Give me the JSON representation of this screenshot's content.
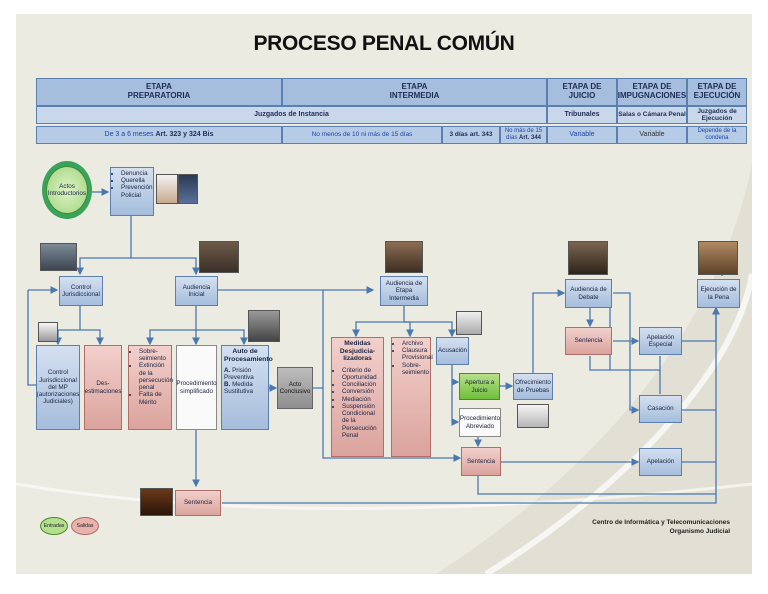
{
  "title": "PROCESO PENAL COMÚN",
  "header": {
    "etapas": [
      {
        "line1": "ETAPA",
        "line2": "PREPARATORIA"
      },
      {
        "line1": "ETAPA",
        "line2": "INTERMEDIA"
      },
      {
        "line1": "ETAPA DE",
        "line2": "JUICIO"
      },
      {
        "line1": "ETAPA DE",
        "line2": "IMPUGNACIONES"
      },
      {
        "line1": "ETAPA DE",
        "line2": "EJECUCIÓN"
      }
    ],
    "organos": {
      "juzgados": "Juzgados de Instancia",
      "tribunales": "Tribunales",
      "salas": "Salas o Cámara Penal",
      "ejecucion": "Juzgados de Ejecución"
    },
    "plazos": {
      "preparatoria_text": "De 3 a 6 meses",
      "preparatoria_art": "Art. 323 y 324 Bis",
      "intermedia_text": "No menos de 10 ni más de 15 días",
      "dias3_text": "3 días",
      "dias3_art": "art. 343",
      "dias15_text": "No más de 15 días",
      "dias15_art": "Art. 344",
      "juicio": "Variable",
      "impugnaciones": "Variable",
      "ejecucion": "Depende de la condena"
    }
  },
  "nodes": {
    "actos": "Actos Introductorios",
    "denuncia": [
      "Denuncia",
      "Querella",
      "Prevención Policial"
    ],
    "control_jurisdiccional": "Control Jurisdiccional",
    "audiencia_inicial": "Audiencia Inicial",
    "control_mp": "Control Jurisdiccional del MP (autorizaciones Judiciales)",
    "desestimaciones": "Des-estimaciones",
    "sobreseimiento_list": [
      "Sobre-seimiento",
      "Extinción de la persecución penal",
      "Falta de Mérito"
    ],
    "procedimiento_simplificado": "Procedimiento simplificado",
    "auto_title": "Auto de Procesamiento",
    "auto_a_label": "A.",
    "auto_a": "Prisión Preventiva",
    "auto_b_label": "B.",
    "auto_b": "Medida Sustitutiva",
    "acto_conclusivo": "Acto Conclusivo",
    "audiencia_intermedia": "Audiencia de Etapa Intermedia",
    "medidas_title": "Medidas Desjudicia-lizadoras",
    "medidas_list": [
      "Criterio de Oportunidad",
      "Conciliación",
      "Conversión",
      "Mediación",
      "Suspensión Condicional de la Persecución Penal"
    ],
    "archivo_list": [
      "Archivo",
      "Clausura Provisional",
      "Sobre-seimiento"
    ],
    "acusacion": "Acusación",
    "apertura": "Apertura a Juicio",
    "procedimiento_abreviado": "Procedimiento Abreviado",
    "sentencia_abreviado": "Sentencia",
    "ofrecimiento": "Ofrecimiento de Pruebas",
    "audiencia_debate": "Audiencia de Debate",
    "sentencia_juicio": "Sentencia",
    "apelacion_especial": "Apelación Especial",
    "casacion": "Casación",
    "apelacion": "Apelación",
    "ejecucion_pena": "Ejecución de la Pena",
    "sentencia_simplificado": "Sentencia"
  },
  "legend": {
    "entradas": "Entradas",
    "salidas": "Salidas"
  },
  "credits": {
    "line1": "Centro de Informática y Telecomunicaciones",
    "line2": "Organismo Judicial"
  },
  "colors": {
    "header_blue": "#a6bedd",
    "box_blue": "#b8cce6",
    "box_pink": "#e2b0aa",
    "box_green": "#7cc646",
    "connector": "#4a78b0"
  }
}
